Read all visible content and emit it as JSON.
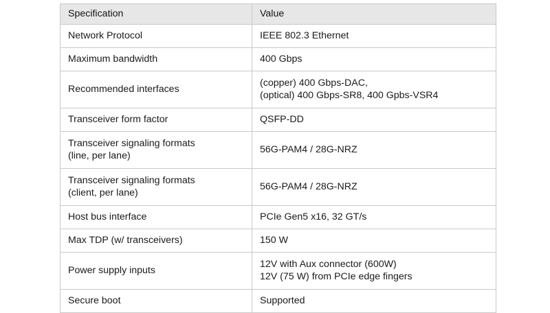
{
  "table": {
    "columns": [
      "Specification",
      "Value"
    ],
    "rows": [
      {
        "spec": [
          "Network Protocol"
        ],
        "value": [
          "IEEE 802.3 Ethernet"
        ]
      },
      {
        "spec": [
          "Maximum bandwidth"
        ],
        "value": [
          "400 Gbps"
        ]
      },
      {
        "spec": [
          "Recommended interfaces"
        ],
        "value": [
          "(copper) 400 Gbps-DAC,",
          "(optical) 400 Gbps-SR8, 400 Gpbs-VSR4"
        ]
      },
      {
        "spec": [
          "Transceiver form factor"
        ],
        "value": [
          "QSFP-DD"
        ]
      },
      {
        "spec": [
          "Transceiver signaling formats",
          "(line, per lane)"
        ],
        "value": [
          "56G-PAM4 / 28G-NRZ"
        ]
      },
      {
        "spec": [
          "Transceiver signaling formats",
          "(client, per lane)"
        ],
        "value": [
          "56G-PAM4 / 28G-NRZ"
        ]
      },
      {
        "spec": [
          "Host bus interface"
        ],
        "value": [
          "PCIe Gen5 x16, 32 GT/s"
        ]
      },
      {
        "spec": [
          "Max TDP (w/ transceivers)"
        ],
        "value": [
          "150 W"
        ]
      },
      {
        "spec": [
          "Power supply inputs"
        ],
        "value": [
          "12V with Aux connector (600W)",
          "12V (75 W) from PCIe edge fingers"
        ]
      },
      {
        "spec": [
          "Secure boot"
        ],
        "value": [
          "Supported"
        ]
      }
    ]
  },
  "colors": {
    "page_background": "#ffffff",
    "header_background": "#e7e7e7",
    "border": "#c9c9c9",
    "text": "#1a1a1a"
  }
}
